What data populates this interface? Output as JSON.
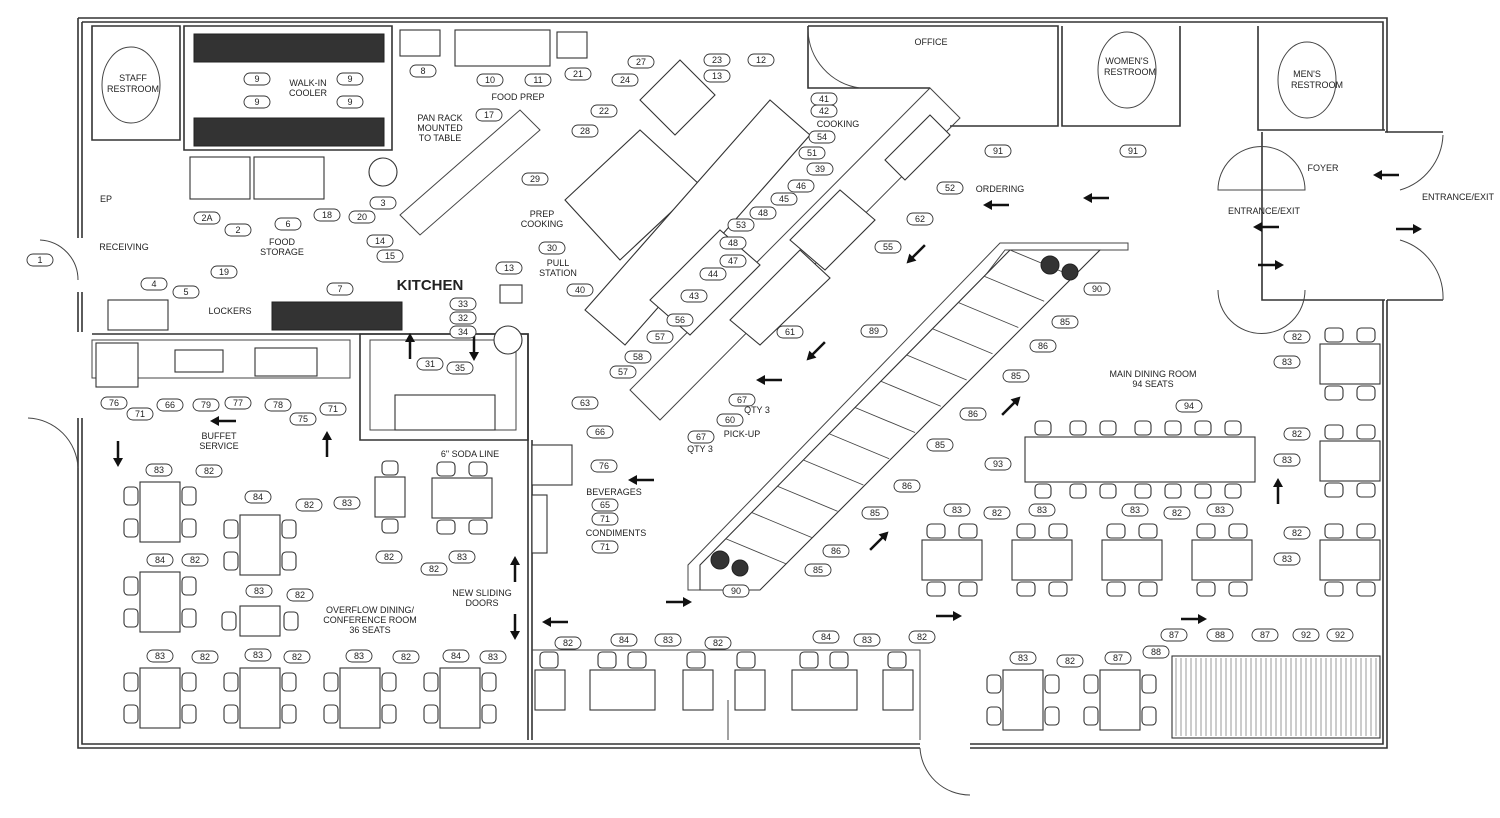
{
  "plan": {
    "rooms": {
      "staff_restroom": [
        "STAFF",
        "RESTROOM"
      ],
      "walk_in_cooler": [
        "WALK-IN",
        "COOLER"
      ],
      "food_prep": "FOOD PREP",
      "pan_rack": [
        "PAN RACK",
        "MOUNTED",
        "TO TABLE"
      ],
      "ep": "EP",
      "receiving": "RECEIVING",
      "food_storage": [
        "FOOD",
        "STORAGE"
      ],
      "kitchen": "KITCHEN",
      "lockers": "LOCKERS",
      "prep_cooking": [
        "PREP",
        "COOKING"
      ],
      "pull_station": [
        "PULL",
        "STATION"
      ],
      "cooking": "COOKING",
      "office": "OFFICE",
      "womens_restroom": [
        "WOMEN'S",
        "RESTROOM"
      ],
      "mens_restroom": [
        "MEN'S",
        "RESTROOM"
      ],
      "foyer": "FOYER",
      "entrance_exit_inner": "ENTRANCE/EXIT",
      "entrance_exit_outer": "ENTRANCE/EXIT",
      "ordering": "ORDERING",
      "main_dining": [
        "MAIN DINING ROOM",
        "94 SEATS"
      ],
      "buffet_service": [
        "BUFFET",
        "SERVICE"
      ],
      "soda_line": "6\" SODA LINE",
      "beverages": "BEVERAGES",
      "condiments": "CONDIMENTS",
      "sliding_doors": [
        "NEW SLIDING",
        "DOORS"
      ],
      "overflow_dining": [
        "OVERFLOW DINING/",
        "CONFERENCE ROOM",
        "36 SEATS"
      ],
      "qty3_a": "QTY 3",
      "pickup": "PICK-UP",
      "qty3_b": "QTY 3"
    },
    "tags": [
      "1",
      "9",
      "9",
      "9",
      "9",
      "8",
      "10",
      "11",
      "21",
      "27",
      "23",
      "12",
      "13",
      "24",
      "22",
      "28",
      "17",
      "29",
      "30",
      "40",
      "43",
      "44",
      "47",
      "48",
      "53",
      "48",
      "45",
      "46",
      "39",
      "51",
      "54",
      "41",
      "42",
      "52",
      "62",
      "55",
      "61",
      "56",
      "57",
      "58",
      "57",
      "67",
      "60",
      "67",
      "2A",
      "2",
      "6",
      "18",
      "20",
      "3",
      "14",
      "15",
      "19",
      "4",
      "5",
      "7",
      "13",
      "33",
      "32",
      "34",
      "31",
      "35",
      "63",
      "66",
      "76",
      "71",
      "66",
      "79",
      "77",
      "78",
      "75",
      "71",
      "76",
      "65",
      "71",
      "71",
      "91",
      "91",
      "90",
      "85",
      "86",
      "85",
      "86",
      "85",
      "86",
      "85",
      "86",
      "85",
      "90",
      "89",
      "94",
      "93",
      "82",
      "83",
      "82",
      "83",
      "82",
      "83",
      "83",
      "82",
      "83",
      "83",
      "82",
      "83",
      "83",
      "82",
      "84",
      "82",
      "83",
      "82",
      "83",
      "82",
      "84",
      "82",
      "83",
      "82",
      "83",
      "82",
      "83",
      "82",
      "83",
      "82",
      "84",
      "83",
      "82",
      "84",
      "83",
      "82",
      "84",
      "83",
      "82",
      "83",
      "82",
      "87",
      "88",
      "87",
      "88",
      "87",
      "92",
      "92"
    ]
  }
}
